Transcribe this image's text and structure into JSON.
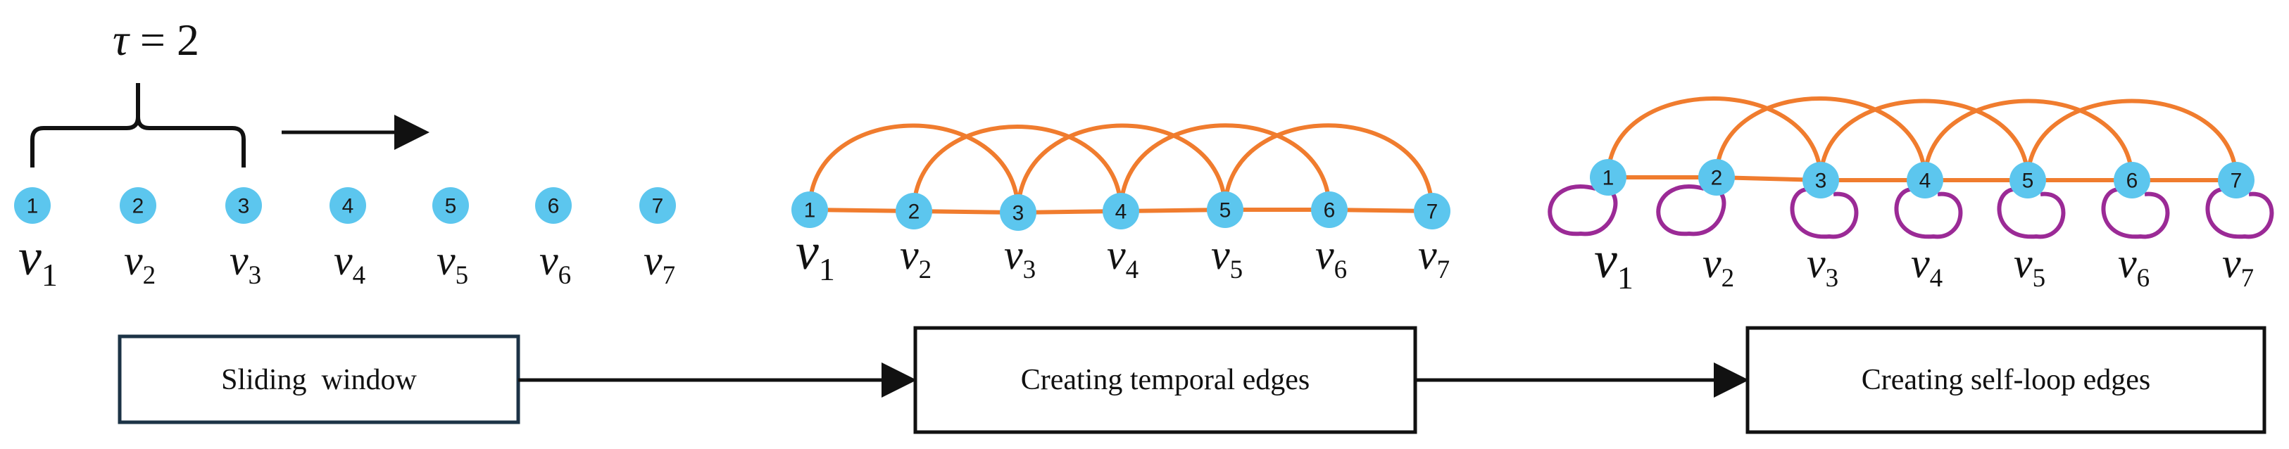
{
  "tau_label": {
    "symbol": "τ",
    "equals": " = 2"
  },
  "variable_symbol": "v",
  "nodes": [
    "1",
    "2",
    "3",
    "4",
    "5",
    "6",
    "7"
  ],
  "subscripts": [
    "1",
    "2",
    "3",
    "4",
    "5",
    "6",
    "7"
  ],
  "steps": [
    {
      "label": "Sliding  window"
    },
    {
      "label": "Creating temporal edges"
    },
    {
      "label": "Creating self-loop edges"
    }
  ],
  "colors": {
    "node_fill": "#5cc6ee",
    "temporal_edge": "#f07c2e",
    "self_loop_edge": "#9b2a96",
    "text": "#111111"
  },
  "graph": {
    "window_size": 2,
    "temporal_edges": [
      [
        1,
        2
      ],
      [
        2,
        3
      ],
      [
        3,
        4
      ],
      [
        4,
        5
      ],
      [
        5,
        6
      ],
      [
        6,
        7
      ],
      [
        1,
        3
      ],
      [
        2,
        4
      ],
      [
        3,
        5
      ],
      [
        4,
        6
      ],
      [
        5,
        7
      ]
    ],
    "self_loops": [
      1,
      2,
      3,
      4,
      5,
      6,
      7
    ]
  }
}
